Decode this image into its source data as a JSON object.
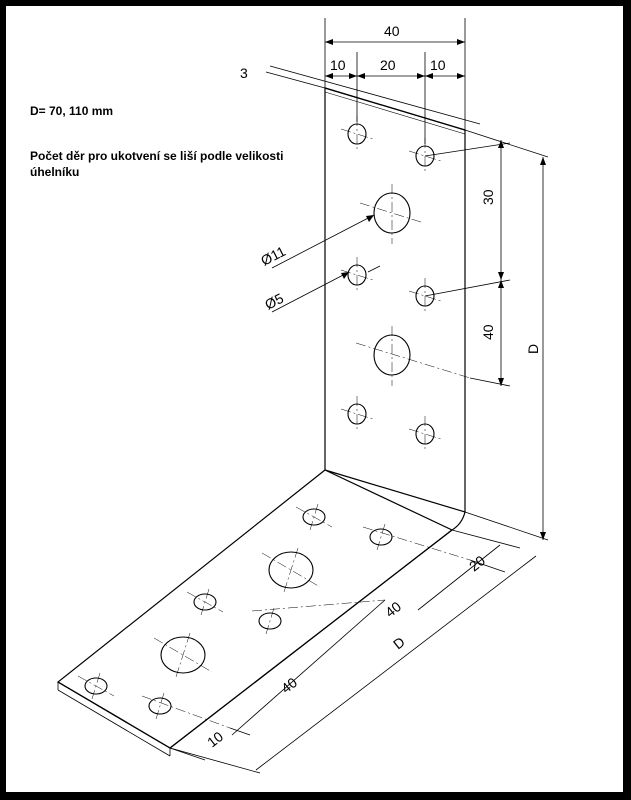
{
  "notes": {
    "size_line": "D= 70, 110 mm",
    "description": "Počet děr pro ukotvení se liší podle velikosti úhelníku"
  },
  "dimensions": {
    "top_total": "40",
    "top_edge_left": "10",
    "top_middle": "20",
    "top_edge_right": "10",
    "thickness": "3",
    "vertical_spacing_1": "30",
    "vertical_spacing_2": "40",
    "vertical_height": "D",
    "large_hole_diameter": "Ø11",
    "small_hole_diameter": "Ø5",
    "base_offset": "20",
    "base_spacing_1": "40",
    "base_length": "D",
    "base_spacing_2": "40",
    "base_edge": "10"
  },
  "colors": {
    "frame": "#000000",
    "paper": "#ffffff",
    "ink": "#000000"
  }
}
